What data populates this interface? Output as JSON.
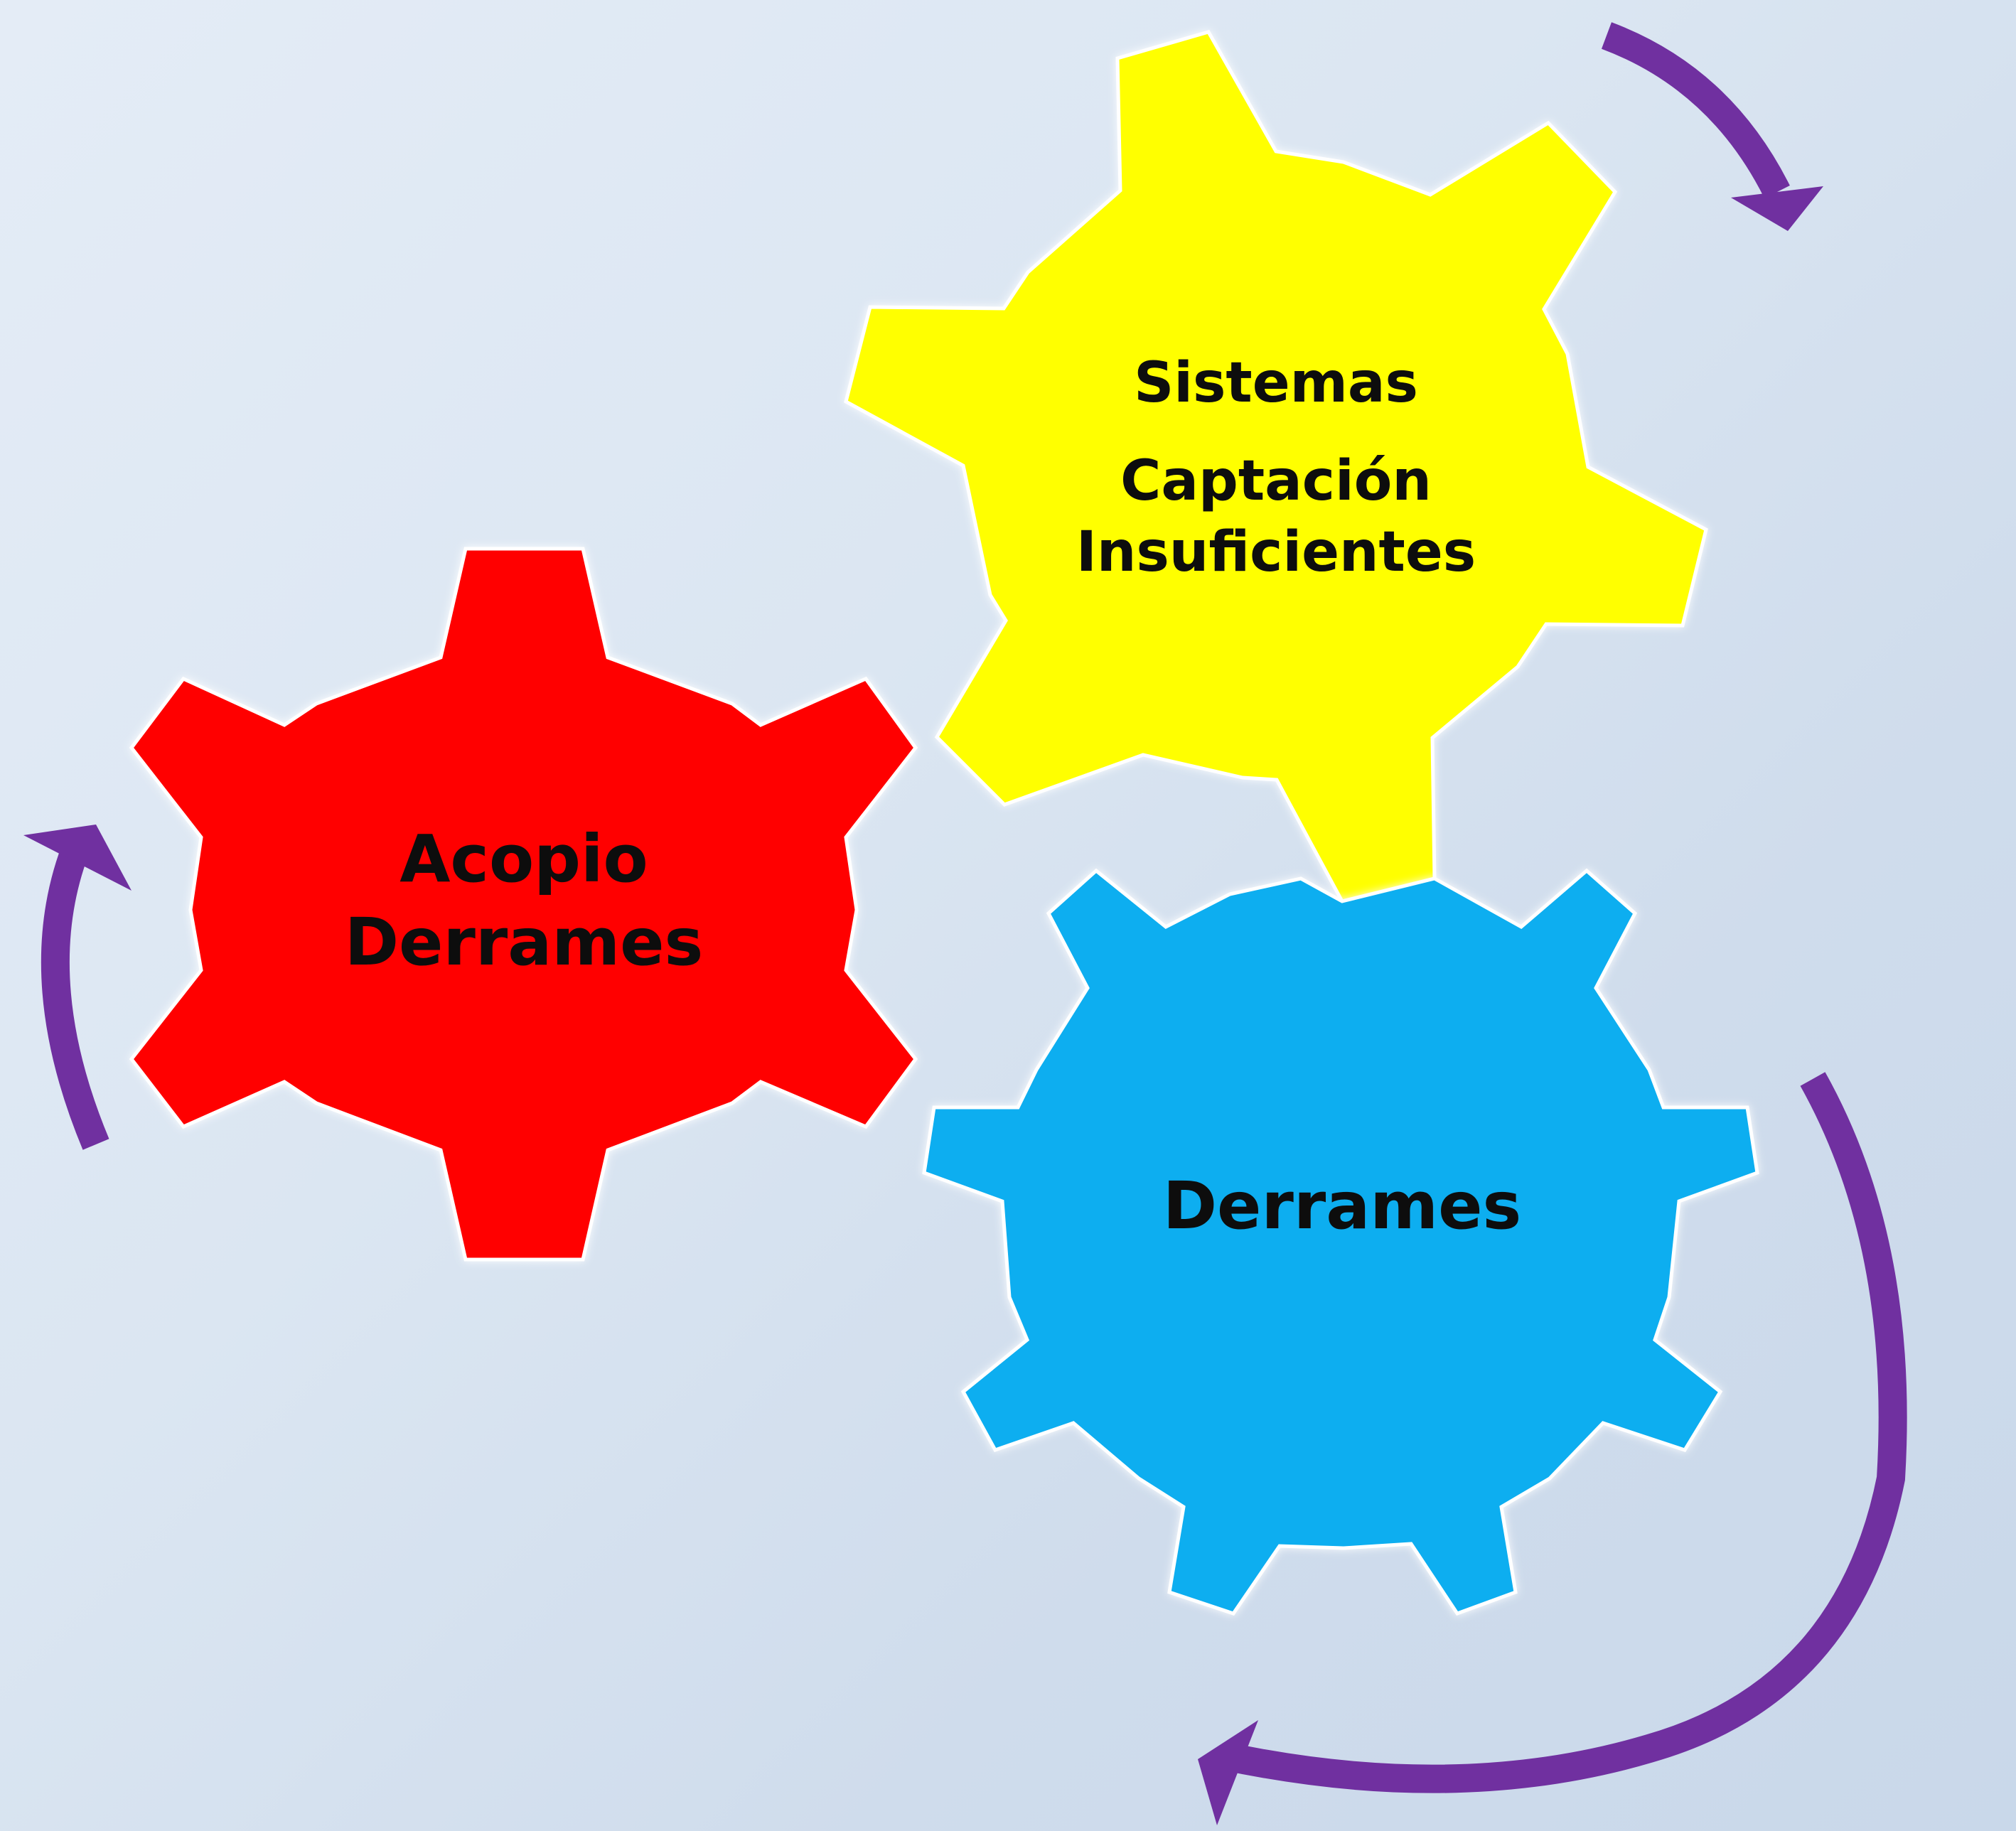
{
  "gears": [
    {
      "id": "yellow",
      "name": "yellow-gear",
      "color": "#ffff00",
      "lines": [
        "Sistemas",
        "Captación",
        "Insuficientes"
      ]
    },
    {
      "id": "red",
      "name": "red-gear",
      "color": "#ff0000",
      "lines": [
        "Acopio",
        "Derrames"
      ]
    },
    {
      "id": "blue",
      "name": "blue-gear",
      "color": "#07aef0",
      "lines": [
        "Derrames"
      ]
    }
  ],
  "arrows": {
    "color": "#7030a0",
    "items": [
      {
        "name": "top-right-rotation-arrow-icon",
        "direction": "clockwise"
      },
      {
        "name": "left-rotation-arrow-icon",
        "direction": "upward"
      },
      {
        "name": "bottom-right-rotation-arrow-icon",
        "direction": "clockwise"
      }
    ]
  }
}
